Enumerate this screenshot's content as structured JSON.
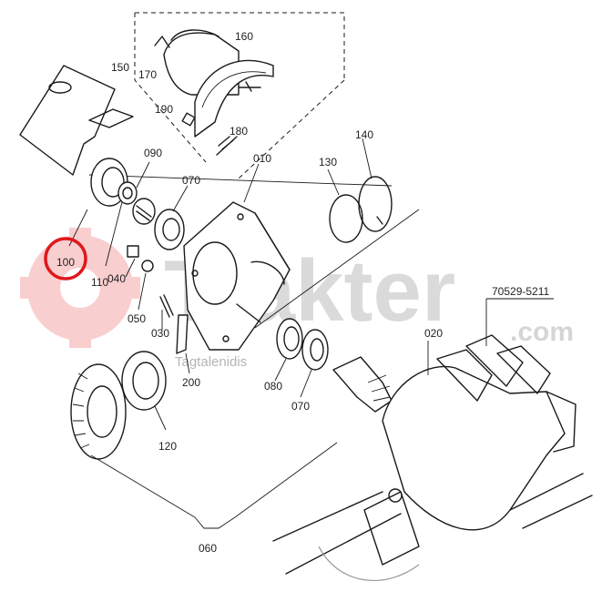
{
  "diagram": {
    "part_labels": {
      "p010": "010",
      "p020": "020",
      "p030": "030",
      "p040": "040",
      "p050": "050",
      "p060": "060",
      "p070a": "070",
      "p070b": "070",
      "p080": "080",
      "p090": "090",
      "p100": "100",
      "p110": "110",
      "p120": "120",
      "p130": "130",
      "p140": "140",
      "p150": "150",
      "p160": "160",
      "p170": "170",
      "p180": "180",
      "p190": "190",
      "p200": "200"
    },
    "reference_code": "70529-5211",
    "highlighted_part": "100"
  },
  "watermark": {
    "brand": "Trakter",
    "suffix": ".com",
    "tagline": "Tagtalenidis",
    "color": "#e8262a"
  }
}
